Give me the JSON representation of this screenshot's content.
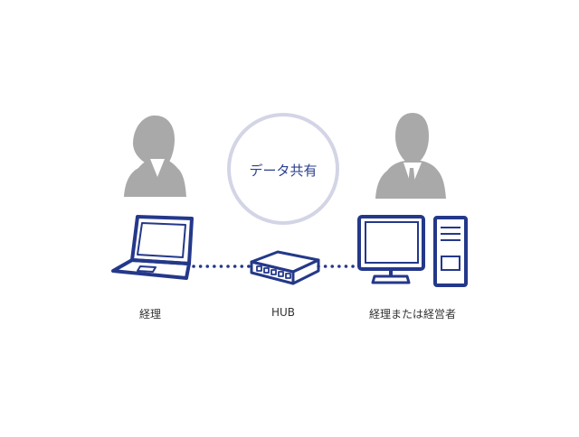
{
  "diagram": {
    "share_text": "データ共有",
    "left_label": "経理",
    "hub_label": "HUB",
    "right_label": "経理または経営者"
  },
  "colors": {
    "device": "#24388a",
    "person": "#a9a9a9",
    "circle": "#d3d5e6",
    "text": "#333333"
  },
  "icons": {
    "left_person": "person-icon",
    "right_person": "businessman-icon",
    "laptop": "laptop-icon",
    "hub": "hub-icon",
    "desktop": "desktop-computer-icon"
  }
}
